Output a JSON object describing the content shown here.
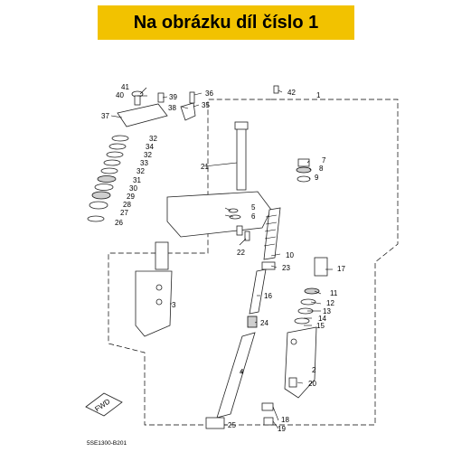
{
  "header": {
    "title": "Na obrázku díl číslo 1"
  },
  "diagram_code": "5SE1300-B201",
  "fwd_mark": "FWD",
  "parts": [
    "1",
    "2",
    "3",
    "4",
    "5",
    "6",
    "7",
    "8",
    "9",
    "10",
    "11",
    "12",
    "13",
    "14",
    "15",
    "16",
    "17",
    "18",
    "19",
    "20",
    "21",
    "22",
    "23",
    "24",
    "25",
    "26",
    "27",
    "28",
    "29",
    "30",
    "31",
    "32",
    "33",
    "34",
    "32",
    "32",
    "37",
    "38",
    "39",
    "40",
    "41",
    "36",
    "35",
    "42"
  ]
}
